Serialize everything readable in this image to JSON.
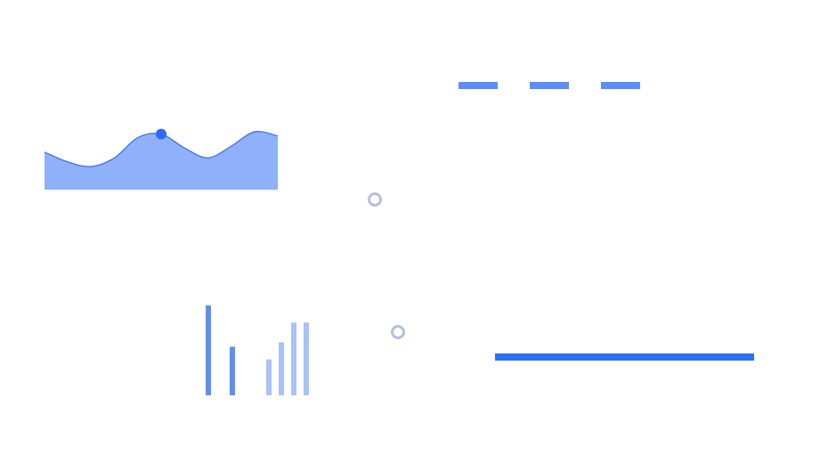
{
  "colors": {
    "area_fill": "#8fb0fb",
    "area_stroke": "#3a6de0",
    "marker": "#2d6cf0",
    "dash": "#5b8ff5",
    "bar_dark": "#5f8ef1",
    "bar_light": "#a9c2f7",
    "ring": "#b3c0dc",
    "line": "#2f6ff5"
  },
  "icons": [
    "ring-icon",
    "ring-icon"
  ],
  "chart_data": [
    {
      "type": "area",
      "title": "",
      "xlabel": "",
      "ylabel": "",
      "grid": false,
      "legend": "none",
      "x": [
        0,
        1,
        2,
        3,
        4,
        5,
        6,
        7,
        8,
        9,
        10
      ],
      "values": [
        0.65,
        0.48,
        0.4,
        0.55,
        0.9,
        0.96,
        0.72,
        0.55,
        0.75,
        1.0,
        0.93
      ],
      "highlight_index": 5
    },
    {
      "type": "bar",
      "title": "",
      "xlabel": "",
      "ylabel": "",
      "grid": false,
      "legend": "none",
      "categories": [
        "",
        "",
        "",
        "",
        "",
        "",
        ""
      ],
      "values": [
        100,
        54,
        40,
        59,
        81,
        81,
        0
      ],
      "series_group": [
        "dark",
        "dark",
        "light",
        "light",
        "light",
        "light"
      ]
    }
  ]
}
